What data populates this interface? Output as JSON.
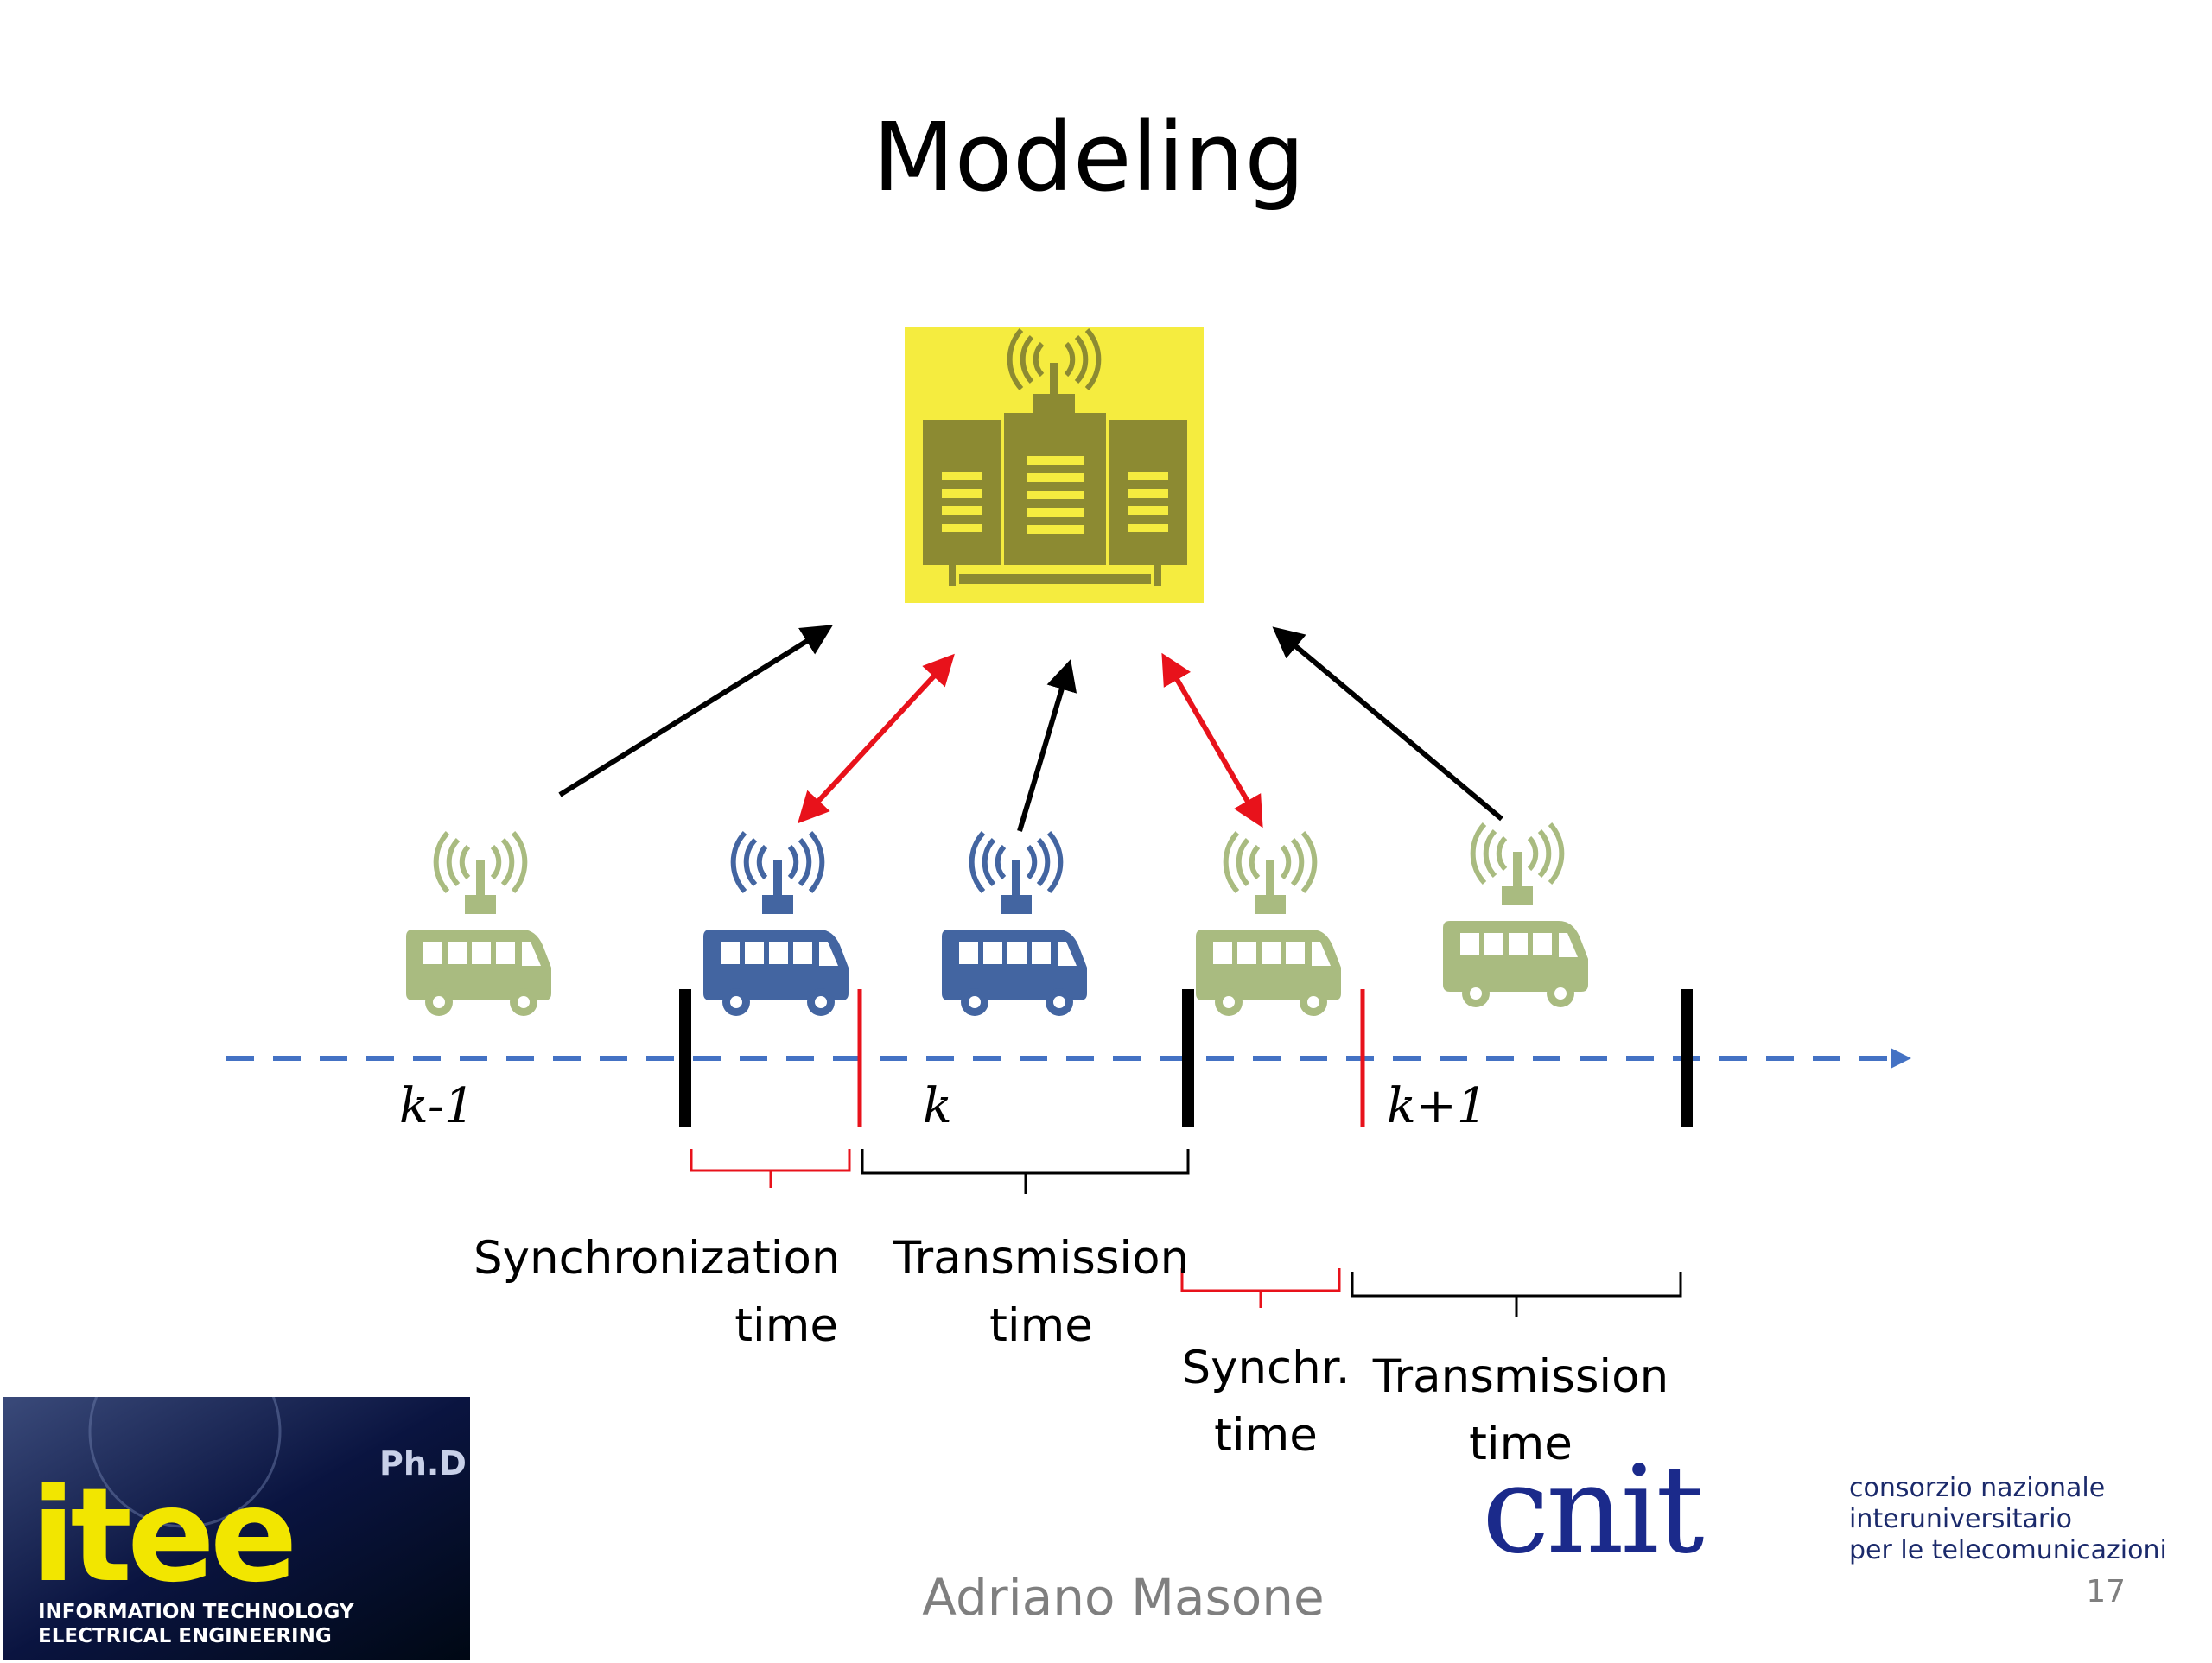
{
  "slide": {
    "title": "Modeling",
    "author": "Adriano Masone",
    "page_number": "17"
  },
  "timeline": {
    "period_labels": [
      "k-1",
      "k",
      "k+1"
    ],
    "annotations": {
      "sync_time_1": [
        "Synchronization",
        "time"
      ],
      "transmission_time_1": [
        "Transmission",
        "time"
      ],
      "sync_time_2": [
        "Synchr.",
        "time"
      ],
      "transmission_time_2": [
        "Transmission",
        "time"
      ]
    }
  },
  "colors": {
    "server_bg": "#f5ec3f",
    "server_fg": "#8c8a32",
    "bus_active": "#2f5597",
    "bus_inactive": "#9bb06b",
    "axis": "#4472c4",
    "sync_mark": "#e8121b",
    "period_mark": "#000000"
  },
  "logos": {
    "itee": {
      "wordmark": "itee",
      "degree": "Ph.D",
      "line1": "INFORMATION TECHNOLOGY",
      "line2": "ELECTRICAL ENGINEERING"
    },
    "cnit": {
      "wordmark": "cnit",
      "lines": [
        "consorzio nazionale",
        "interuniversitario",
        "per le telecomunicazioni"
      ]
    }
  }
}
